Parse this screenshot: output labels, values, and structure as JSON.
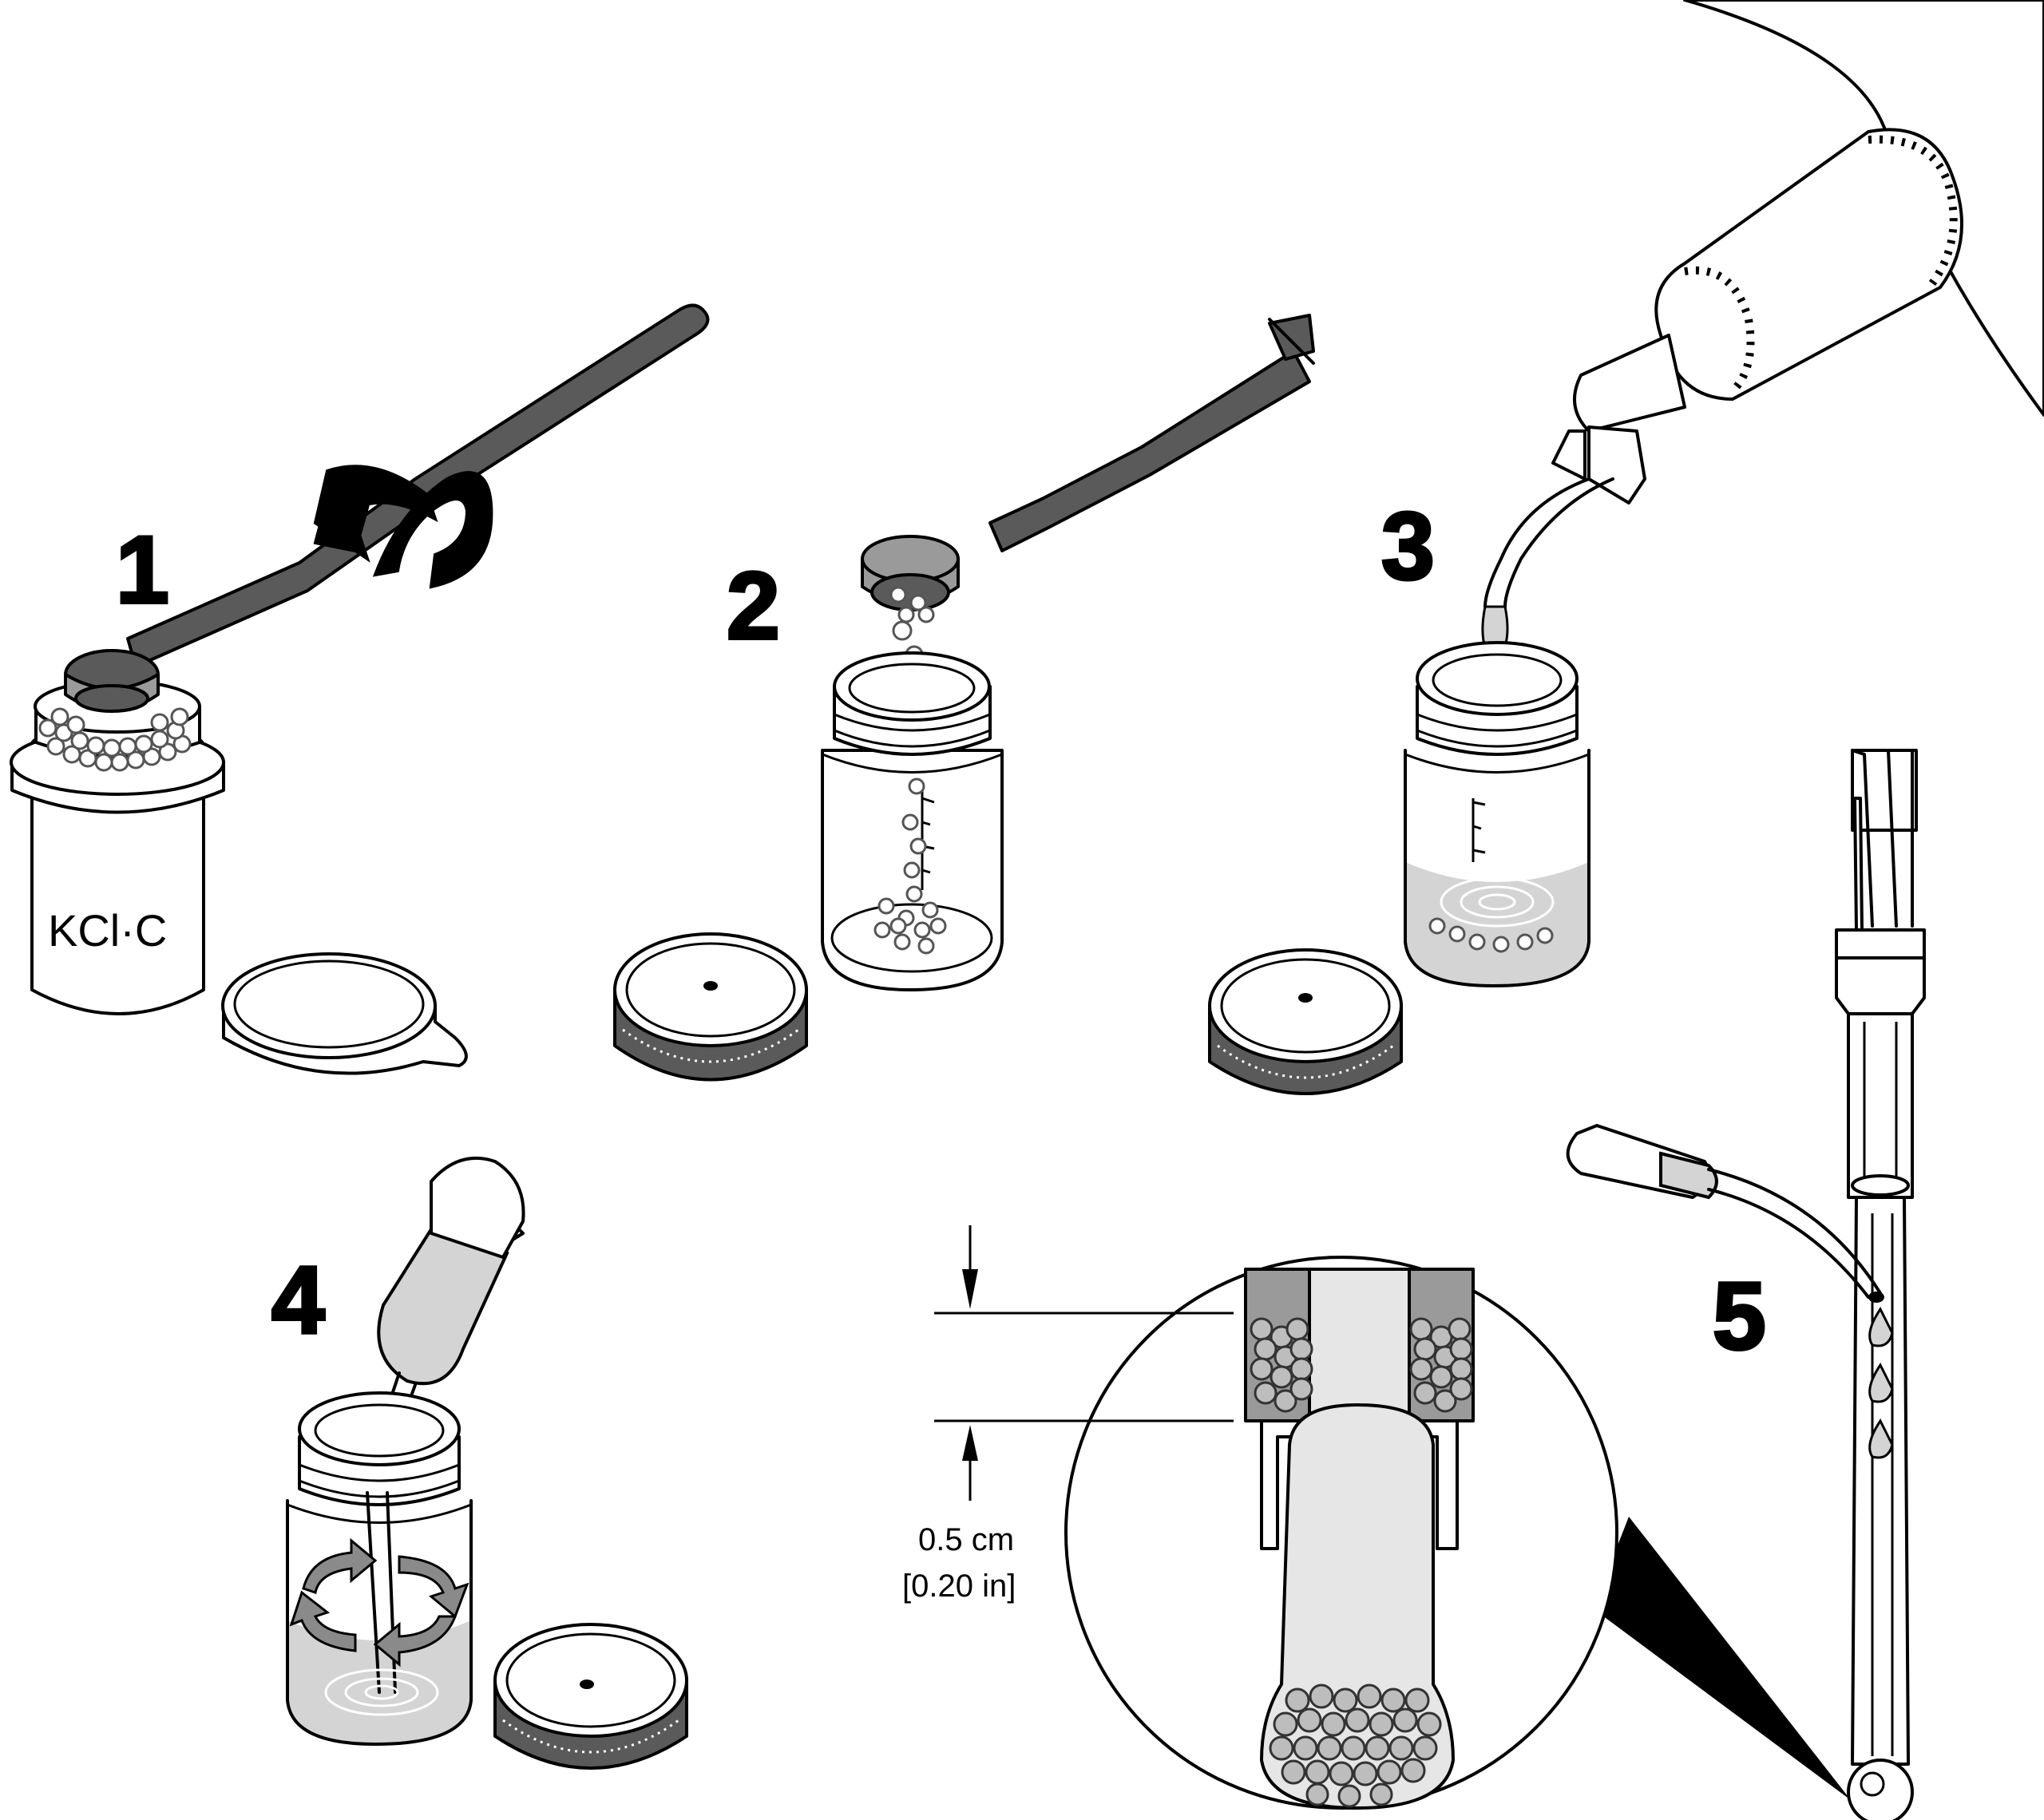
{
  "steps": [
    {
      "number": "1"
    },
    {
      "number": "2"
    },
    {
      "number": "3"
    },
    {
      "number": "4"
    },
    {
      "number": "5"
    }
  ],
  "container_label": "KCl·C",
  "dimension": {
    "metric": "0.5 cm",
    "imperial": "[0.20 in]"
  },
  "colors": {
    "outline": "#000000",
    "liquid": "#d4d4d4",
    "spoon": "#5a5a5a",
    "bead_gray": "#bdbdbd"
  }
}
